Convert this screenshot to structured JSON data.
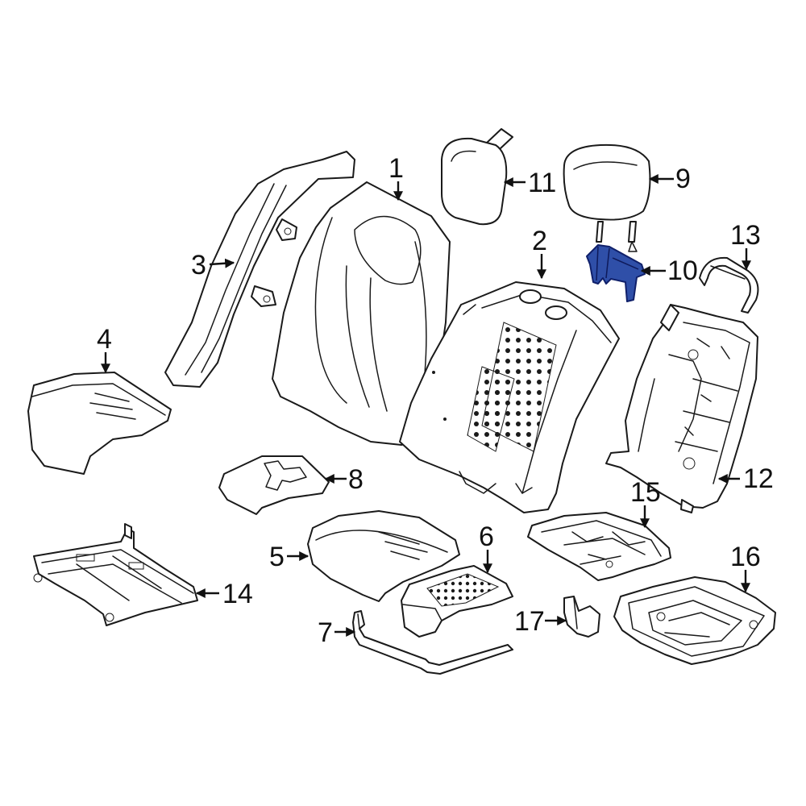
{
  "colors": {
    "line": "#1a1a1a",
    "highlight_fill": "#2f4fa8",
    "highlight_stroke": "#10206a",
    "background": "#ffffff"
  },
  "callouts": [
    "1",
    "2",
    "3",
    "4",
    "5",
    "6",
    "7",
    "8",
    "9",
    "10",
    "11",
    "12",
    "13",
    "14",
    "15",
    "16",
    "17"
  ],
  "highlighted_part": "10"
}
